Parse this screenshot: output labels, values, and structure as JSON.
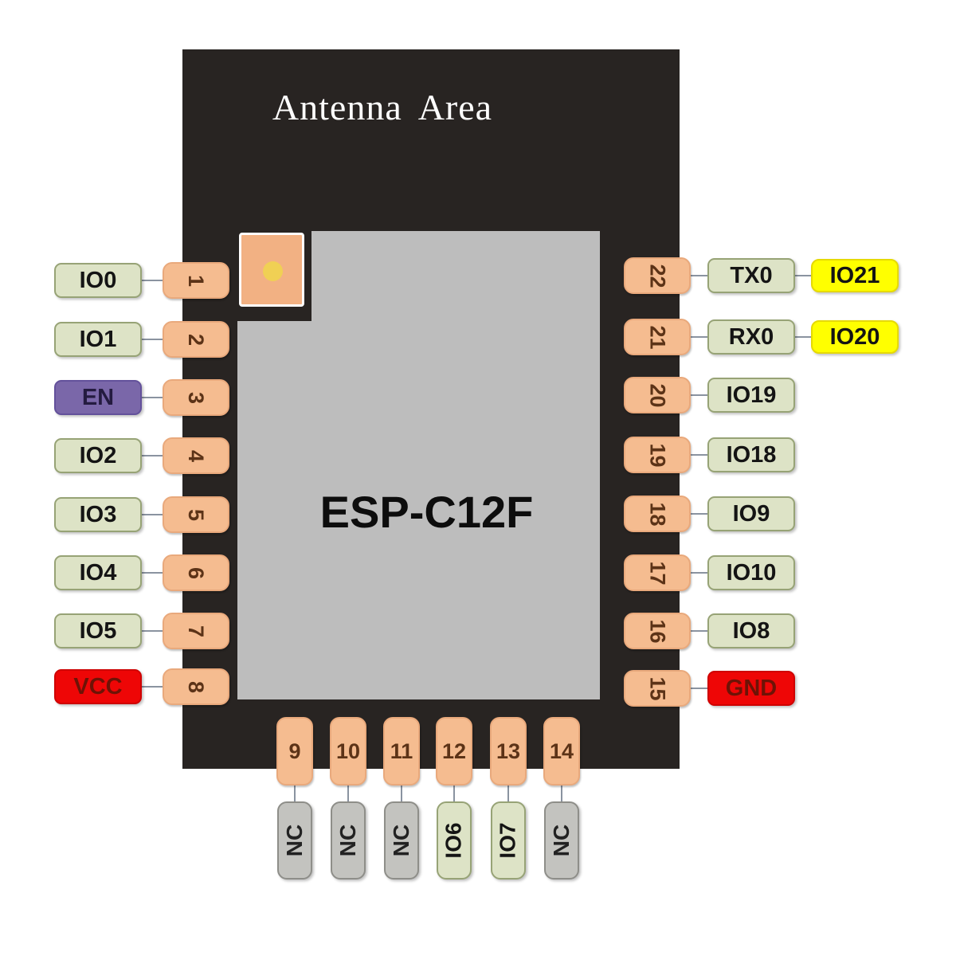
{
  "module": {
    "antenna_area_label": "Antenna Area",
    "chip_name": "ESP-C12F"
  },
  "colors": {
    "body": "#282422",
    "shield": "#BDBDBD",
    "pad_peach": "#F5BC90",
    "io_green": "#DDE3C6",
    "en_purple": "#7A67A9",
    "power_red": "#EE0606",
    "alt_yellow": "#FFFF00",
    "nc_gray": "#C3C3BF",
    "feed_dot_yellow": "#F0D054",
    "pin_number_brown": "#5C3317"
  },
  "left_pins": [
    {
      "num": "1",
      "label": "IO0",
      "type": "io"
    },
    {
      "num": "2",
      "label": "IO1",
      "type": "io"
    },
    {
      "num": "3",
      "label": "EN",
      "type": "en"
    },
    {
      "num": "4",
      "label": "IO2",
      "type": "io"
    },
    {
      "num": "5",
      "label": "IO3",
      "type": "io"
    },
    {
      "num": "6",
      "label": "IO4",
      "type": "io"
    },
    {
      "num": "7",
      "label": "IO5",
      "type": "io"
    },
    {
      "num": "8",
      "label": "VCC",
      "type": "power"
    }
  ],
  "right_pins": [
    {
      "num": "22",
      "label": "TX0",
      "type": "io",
      "alt": "IO21"
    },
    {
      "num": "21",
      "label": "RX0",
      "type": "io",
      "alt": "IO20"
    },
    {
      "num": "20",
      "label": "IO19",
      "type": "io"
    },
    {
      "num": "19",
      "label": "IO18",
      "type": "io"
    },
    {
      "num": "18",
      "label": "IO9",
      "type": "io"
    },
    {
      "num": "17",
      "label": "IO10",
      "type": "io"
    },
    {
      "num": "16",
      "label": "IO8",
      "type": "io"
    },
    {
      "num": "15",
      "label": "GND",
      "type": "power"
    }
  ],
  "bottom_pins": [
    {
      "num": "9",
      "label": "NC",
      "type": "nc"
    },
    {
      "num": "10",
      "label": "NC",
      "type": "nc"
    },
    {
      "num": "11",
      "label": "NC",
      "type": "nc"
    },
    {
      "num": "12",
      "label": "IO6",
      "type": "io"
    },
    {
      "num": "13",
      "label": "IO7",
      "type": "io"
    },
    {
      "num": "14",
      "label": "NC",
      "type": "nc"
    }
  ]
}
